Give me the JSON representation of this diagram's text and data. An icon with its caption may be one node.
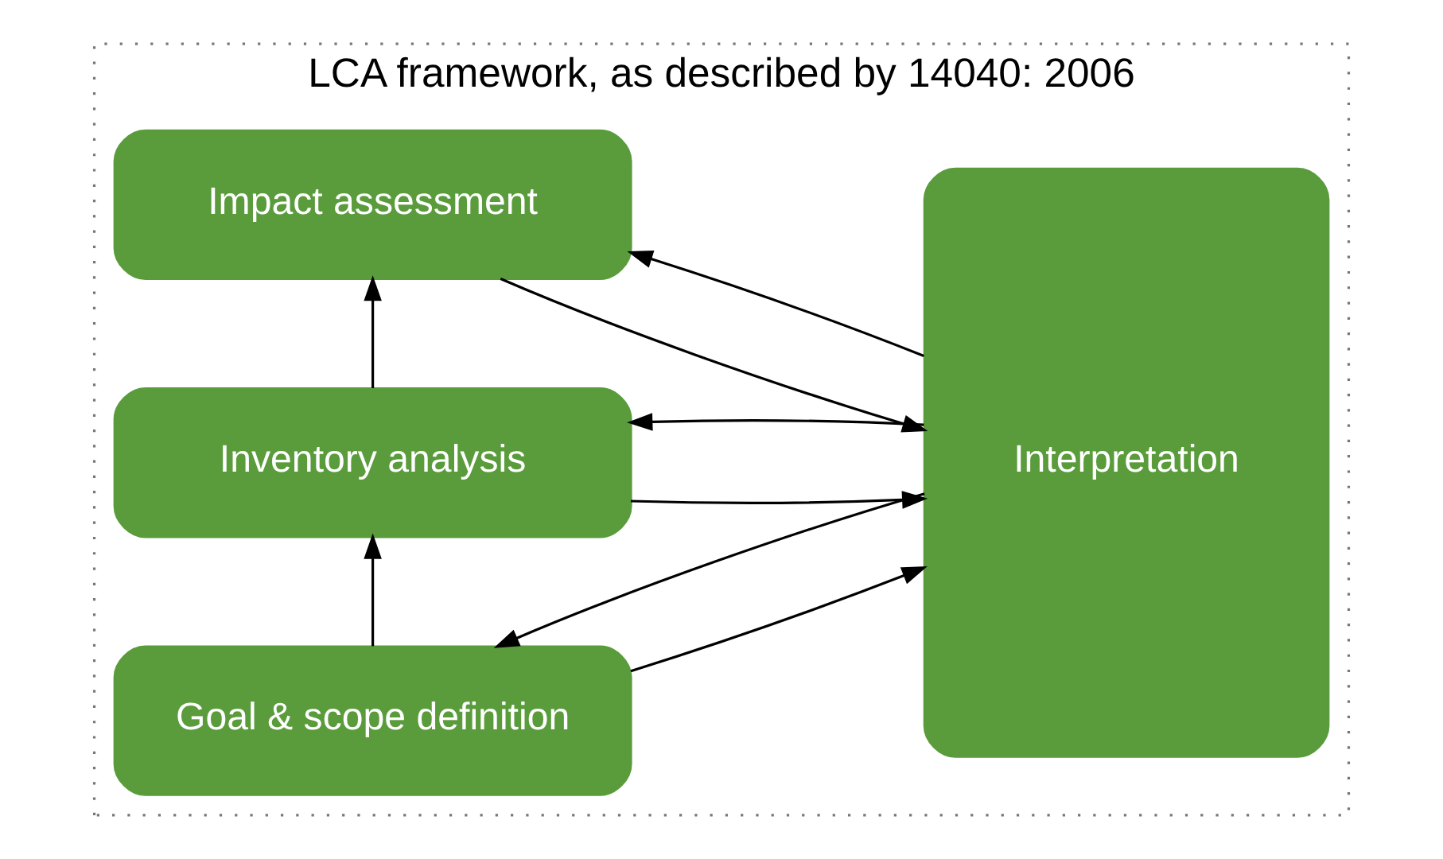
{
  "diagram": {
    "nodes": [
      {
        "text": [
          "LCA framework, as described by 14040: 2006"
        ]
      },
      {
        "text": [
          "Goal & scope definition"
        ],
        "in": 0
      },
      {
        "text": [
          "Inventory analysis"
        ],
        "in": 0
      },
      {
        "text": [
          "Impact assessment"
        ],
        "in": 0
      },
      {
        "text": [
          "Interpretation"
        ],
        "in": 0
      }
    ],
    "edges": [
      {
        "from": 1,
        "to": 4,
        "arrow": "to"
      },
      {
        "from": 4,
        "to": 1,
        "arrow": "to"
      },
      {
        "from": 1,
        "to": 2,
        "arrow": "to"
      },
      {
        "from": 2,
        "to": 4,
        "arrow": "to"
      },
      {
        "from": 4,
        "to": 2,
        "arrow": "to"
      },
      {
        "from": 2,
        "to": 3,
        "arrow": "to"
      },
      {
        "from": 3,
        "to": 4,
        "arrow": "to"
      },
      {
        "from": 4,
        "to": 3,
        "arrow": "to"
      }
    ]
  }
}
